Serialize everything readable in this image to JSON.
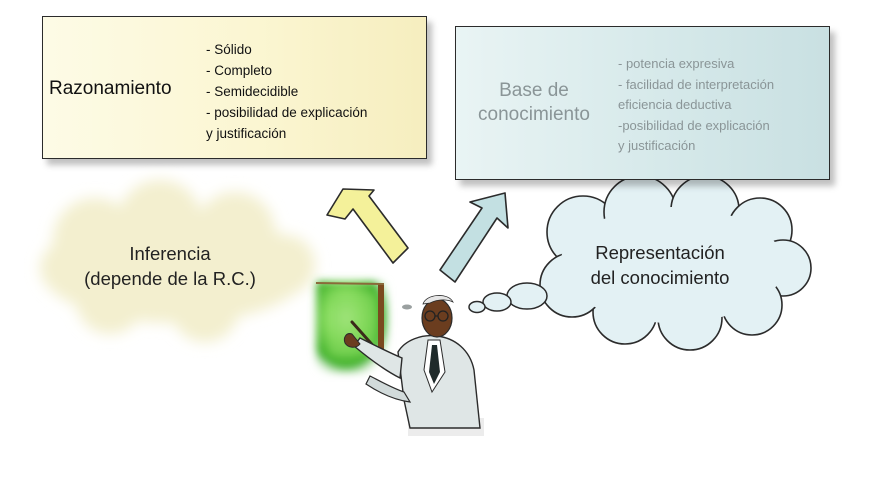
{
  "razonamiento": {
    "title": "Razonamiento",
    "items": [
      "- Sólido",
      "- Completo",
      "- Semidecidible",
      "- posibilidad de explicación",
      "y justificación"
    ],
    "fill_color": "#fbf6d2"
  },
  "base_conocimiento": {
    "title_line1": "Base de",
    "title_line2": "conocimiento",
    "items": [
      "- potencia expresiva",
      "- facilidad de interpretación",
      " eficiencia deductiva",
      " -posibilidad de explicación",
      "y justificación"
    ],
    "fill_color": "#d6e9ea"
  },
  "inferencia": {
    "line1": "Inferencia",
    "line2": "(depende de la R.C.)",
    "cloud_color": "#f3efcf"
  },
  "representacion": {
    "line1": "Representación",
    "line2": "del conocimiento",
    "cloud_color": "#e3f1f4"
  },
  "arrows": {
    "left_color": "#f4f19a",
    "right_color": "#c3e0e2"
  },
  "presenter": {
    "icon": "presenter-illustration-icon",
    "board_color": "#7fd658"
  }
}
